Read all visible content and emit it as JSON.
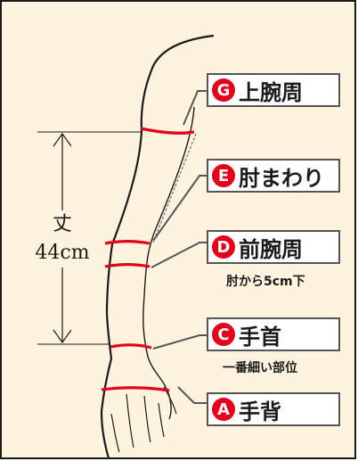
{
  "length": {
    "char": "丈",
    "value": "44cm"
  },
  "labels": [
    {
      "letter": "G",
      "text": "上腕周",
      "sub": ""
    },
    {
      "letter": "E",
      "text": "肘まわり",
      "sub": ""
    },
    {
      "letter": "D",
      "text": "前腕周",
      "sub": "肘から5cm下"
    },
    {
      "letter": "C",
      "text": "手首",
      "sub": "一番細い部位"
    },
    {
      "letter": "A",
      "text": "手背",
      "sub": ""
    }
  ],
  "colors": {
    "accent": "#e3001b",
    "background": "#fdf3df",
    "outline": "#1a1a1a"
  }
}
